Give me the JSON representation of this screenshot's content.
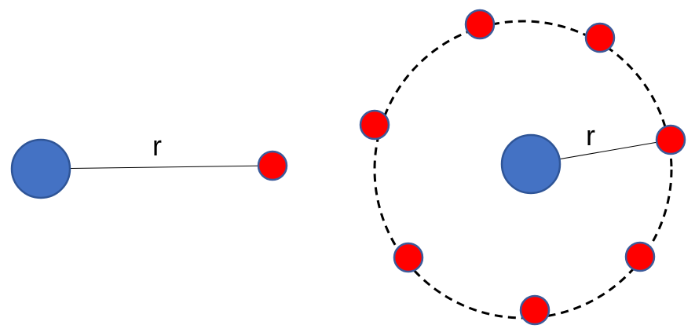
{
  "diagram": {
    "left_panel": {
      "radius_label": "r"
    },
    "right_panel": {
      "radius_label": "r",
      "orbit_particle_count": 7
    }
  },
  "colors": {
    "center_fill": "#4472C4",
    "center_stroke": "#2F5597",
    "particle_fill": "#FF0000",
    "particle_stroke": "#3C5A9A",
    "line": "#000000",
    "orbit": "#000000"
  }
}
